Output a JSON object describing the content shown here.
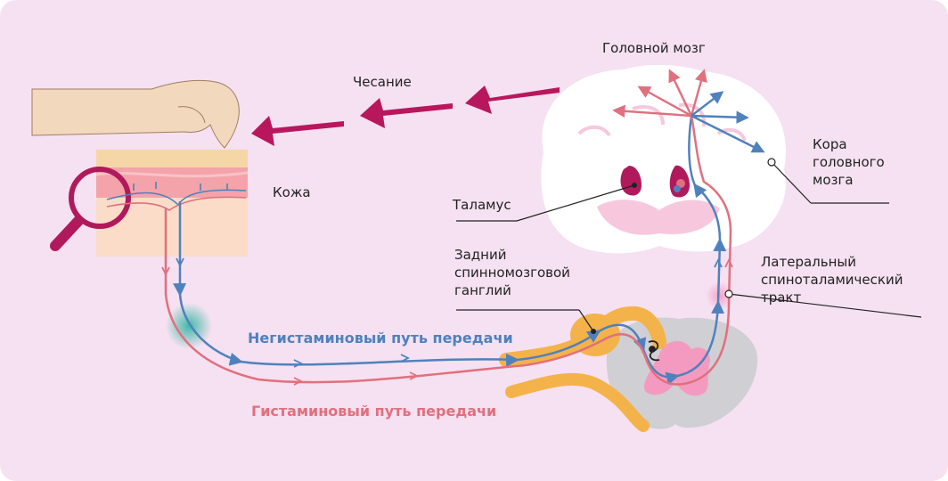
{
  "labels": {
    "brain": "Головной мозг",
    "scratching": "Чесание",
    "skin": "Кожа",
    "cortex": "Кора\nголовного\nмозга",
    "thalamus": "Таламус",
    "ganglion": "Задний\nспинномозговой\nганглий",
    "tract": "Латеральный\nспиноталамический\nтракт",
    "nonhistamine_path": "Негистаминовый путь передачи",
    "histamine_path": "Гистаминовый путь передачи"
  },
  "colors": {
    "background": "#f5e1f1",
    "histamine": "#e0707e",
    "nonhistamine": "#4f81bd",
    "accent_arrow": "#b8175e",
    "thalamus": "#b01a5c",
    "ganglion": "#f4b24a",
    "spinal_cord": "#cfcfd4",
    "gray_matter": "#f49ac1",
    "skin_top": "#f5d6a6",
    "skin_dermis": "#f3a3a9",
    "skin_bottom": "#fbdcc9",
    "hand": "#f2d8bc",
    "magnifier": "#b01a5c",
    "brain_fill": "#ffffff",
    "brain_inner": "#f7c8dd"
  },
  "icons": [
    "hand-icon",
    "magnifier-icon",
    "brain-icon",
    "spinal-cord-icon"
  ]
}
